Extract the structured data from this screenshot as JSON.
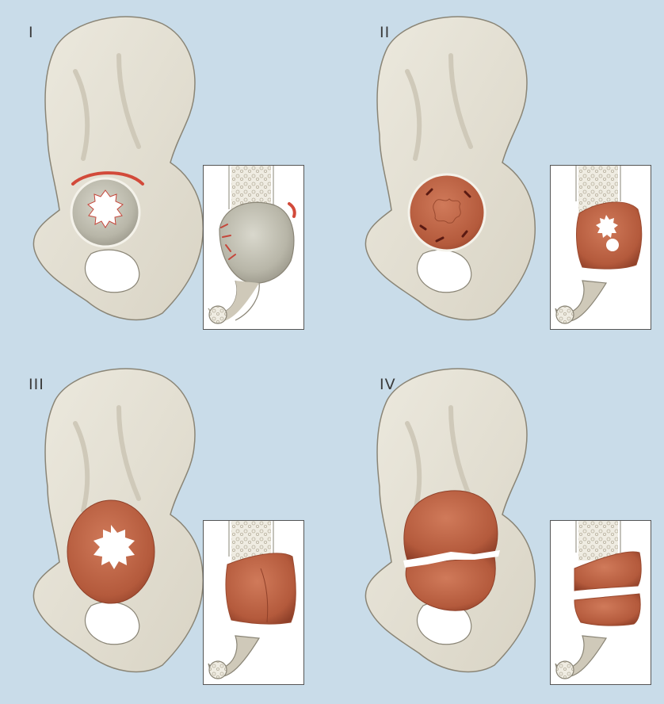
{
  "panels": [
    {
      "id": "I",
      "label": "I"
    },
    {
      "id": "II",
      "label": "II"
    },
    {
      "id": "III",
      "label": "III"
    },
    {
      "id": "IV",
      "label": "IV"
    }
  ],
  "colors": {
    "background": "#c9dce9",
    "bone": "#e6e2d6",
    "bone_shadow": "#cfc9b9",
    "bone_outline": "#8a8576",
    "lesion": "#b85a3e",
    "lesion_light": "#cf7a5c",
    "defect": "#ffffff",
    "cortical_ring": "#d24a3a",
    "inset_border": "#555555"
  }
}
